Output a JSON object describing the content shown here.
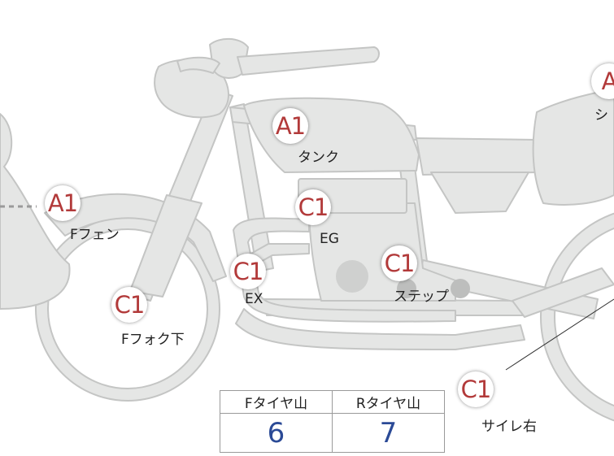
{
  "badges": [
    {
      "id": "tank",
      "code": "A1",
      "label": "タンク"
    },
    {
      "id": "front-fender",
      "code": "A1",
      "label": "Fフェン"
    },
    {
      "id": "engine",
      "code": "C1",
      "label": "EG"
    },
    {
      "id": "exhaust",
      "code": "C1",
      "label": "EX"
    },
    {
      "id": "front-fork-lower",
      "code": "C1",
      "label": "Fフォク下"
    },
    {
      "id": "step",
      "code": "C1",
      "label": "ステップ"
    },
    {
      "id": "muffler-right",
      "code": "C1",
      "label": "サイレ右"
    },
    {
      "id": "seat",
      "code": "A",
      "label": "シ"
    }
  ],
  "tire_table": {
    "headers": [
      "Fタイヤ山",
      "Rタイヤ山"
    ],
    "values": [
      "6",
      "7"
    ]
  },
  "colors": {
    "badge_text": "#b23a3a",
    "value_text": "#2b4a96",
    "bike_fill": "#e5e6e5",
    "bike_stroke": "#c4c5c4"
  }
}
